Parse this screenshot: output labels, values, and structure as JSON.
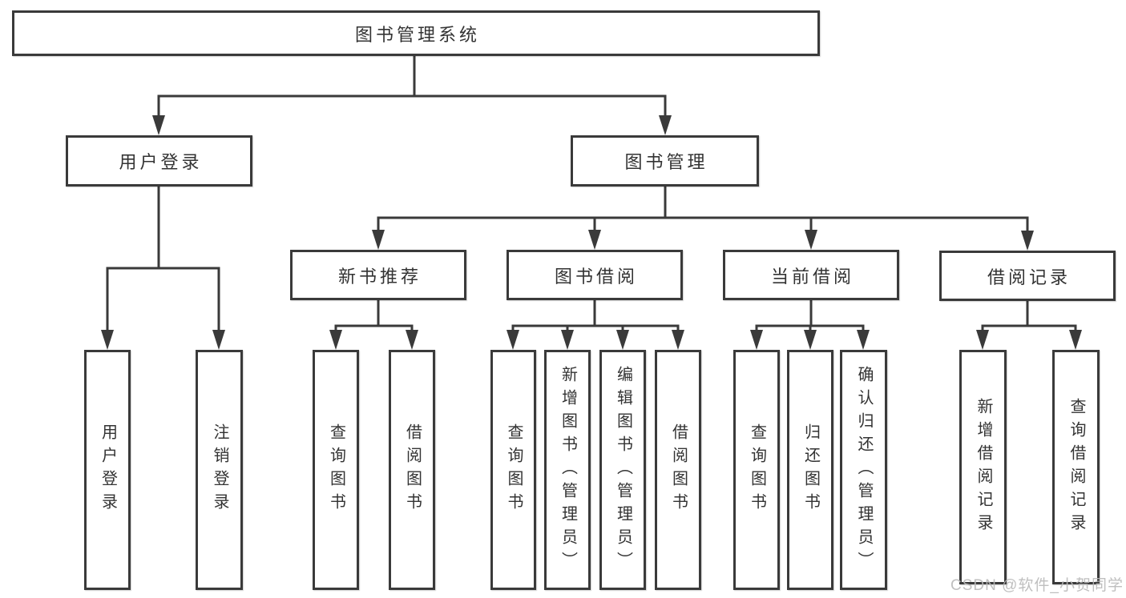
{
  "diagram_title": "图书管理系统",
  "watermark": "CSDN @软件_小贺同学",
  "colors": {
    "line": "#3a3a3a",
    "box_border": "#3a3a3a",
    "text": "#333333",
    "watermark": "#b9b9b9",
    "background": "#ffffff"
  },
  "nodes": {
    "root": {
      "label": "图书管理系统"
    },
    "user_login": {
      "label": "用户登录"
    },
    "book_mgmt": {
      "label": "图书管理"
    },
    "new_book_rec": {
      "label": "新书推荐"
    },
    "book_borrow": {
      "label": "图书借阅"
    },
    "current_borrow": {
      "label": "当前借阅"
    },
    "borrow_record": {
      "label": "借阅记录"
    },
    "leaf_user_login": {
      "label": "用户登录"
    },
    "leaf_logout": {
      "label": "注销登录"
    },
    "leaf_nbr_query": {
      "label": "查询图书"
    },
    "leaf_nbr_borrow": {
      "label": "借阅图书"
    },
    "leaf_bb_query": {
      "label": "查询图书"
    },
    "leaf_bb_add": {
      "label": "新增图书（管理员）"
    },
    "leaf_bb_edit": {
      "label": "编辑图书（管理员）"
    },
    "leaf_bb_borrow": {
      "label": "借阅图书"
    },
    "leaf_cb_query": {
      "label": "查询图书"
    },
    "leaf_cb_return": {
      "label": "归还图书"
    },
    "leaf_cb_confirm": {
      "label": "确认归还（管理员）"
    },
    "leaf_br_add": {
      "label": "新增借阅记录"
    },
    "leaf_br_query": {
      "label": "查询借阅记录"
    }
  },
  "edges": [
    {
      "from": "root",
      "to": "user_login"
    },
    {
      "from": "root",
      "to": "book_mgmt"
    },
    {
      "from": "user_login",
      "to": "leaf_user_login"
    },
    {
      "from": "user_login",
      "to": "leaf_logout"
    },
    {
      "from": "book_mgmt",
      "to": "new_book_rec"
    },
    {
      "from": "book_mgmt",
      "to": "book_borrow"
    },
    {
      "from": "book_mgmt",
      "to": "current_borrow"
    },
    {
      "from": "book_mgmt",
      "to": "borrow_record"
    },
    {
      "from": "new_book_rec",
      "to": "leaf_nbr_query"
    },
    {
      "from": "new_book_rec",
      "to": "leaf_nbr_borrow"
    },
    {
      "from": "book_borrow",
      "to": "leaf_bb_query"
    },
    {
      "from": "book_borrow",
      "to": "leaf_bb_add"
    },
    {
      "from": "book_borrow",
      "to": "leaf_bb_edit"
    },
    {
      "from": "book_borrow",
      "to": "leaf_bb_borrow"
    },
    {
      "from": "current_borrow",
      "to": "leaf_cb_query"
    },
    {
      "from": "current_borrow",
      "to": "leaf_cb_return"
    },
    {
      "from": "current_borrow",
      "to": "leaf_cb_confirm"
    },
    {
      "from": "borrow_record",
      "to": "leaf_br_add"
    },
    {
      "from": "borrow_record",
      "to": "leaf_br_query"
    }
  ]
}
